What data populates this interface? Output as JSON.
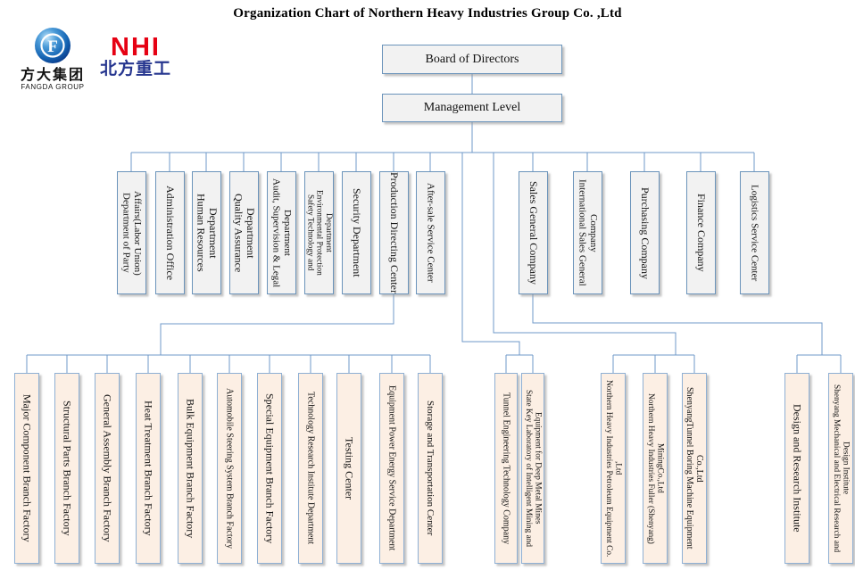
{
  "title": "Organization Chart of Northern Heavy Industries  Group Co. ,Ltd",
  "logos": {
    "fangda": {
      "symbol": "F",
      "cn": "方大集团",
      "en": "FANGDA GROUP"
    },
    "nhi": {
      "abbr": "NHI",
      "cn": "北方重工"
    }
  },
  "colors": {
    "connector": "#6f98c9",
    "box_border_gray_tier": "#6b94bb",
    "box_fill_gray_tier": "#f2f2f2",
    "box_border_peach_tier": "#8fb0d4",
    "box_fill_peach_tier": "#fcefe4",
    "nhi_red": "#e60113",
    "nhi_blue": "#26368f"
  },
  "org": {
    "board": {
      "label": "Board of Directors"
    },
    "management": {
      "label": "Management Level"
    },
    "tier2": [
      {
        "label": "Department of Party Affairs(Labor Union)"
      },
      {
        "label": "Administration Office"
      },
      {
        "label": "Human Resources Department"
      },
      {
        "label": "Quality Assurance Department"
      },
      {
        "label": "Audit, Supervision & Legal Department"
      },
      {
        "label": "Safety Technology and Environmental Protection Department"
      },
      {
        "label": "Security Department"
      },
      {
        "label": "Production Directing Center"
      },
      {
        "label": "After-sale Service Center"
      },
      {
        "label": "Sales General Company"
      },
      {
        "label": "International Sales General Company"
      },
      {
        "label": "Purchasing Company"
      },
      {
        "label": "Finance Company"
      },
      {
        "label": "Logistics Service Center"
      }
    ],
    "tier3_production_directing_center": [
      {
        "label": "Major Component Branch Factory"
      },
      {
        "label": "Structural Parts Branch Factory"
      },
      {
        "label": "General Assembly Branch Factory"
      },
      {
        "label": "Heat Treatment Branch Factory"
      },
      {
        "label": "Bulk Equipment Branch Factory"
      },
      {
        "label": "Automobile Steering System Branch Factory"
      },
      {
        "label": "Special Equipment Branch Factory"
      },
      {
        "label": "Technology Research Institute Department"
      },
      {
        "label": "Testing Center"
      },
      {
        "label": "Equipment Power Energy Service Department"
      },
      {
        "label": "Storage and Transportation Center"
      }
    ],
    "tier3_management_group_1": [
      {
        "label": "Tunnel Engineering Technology Company"
      },
      {
        "label": "State Key Laboratory of Intelligent Mining and Equipment for Deep Metal Mines"
      }
    ],
    "tier3_management_group_2": [
      {
        "label": "Northern Heavy Industries Petroleum Equipment Co. ,Ltd"
      },
      {
        "label": "Northern Heavy Industries Fuller (Shenyang) MiningCo.,Ltd"
      },
      {
        "label": "ShenyangTunnel Boring Machine Equipment Co.,Ltd"
      }
    ],
    "tier3_sales_general_company": [
      {
        "label": "Design and Research Institute"
      },
      {
        "label": "Shenyang Mechanical and Electrical Research and Design Institute"
      }
    ]
  }
}
